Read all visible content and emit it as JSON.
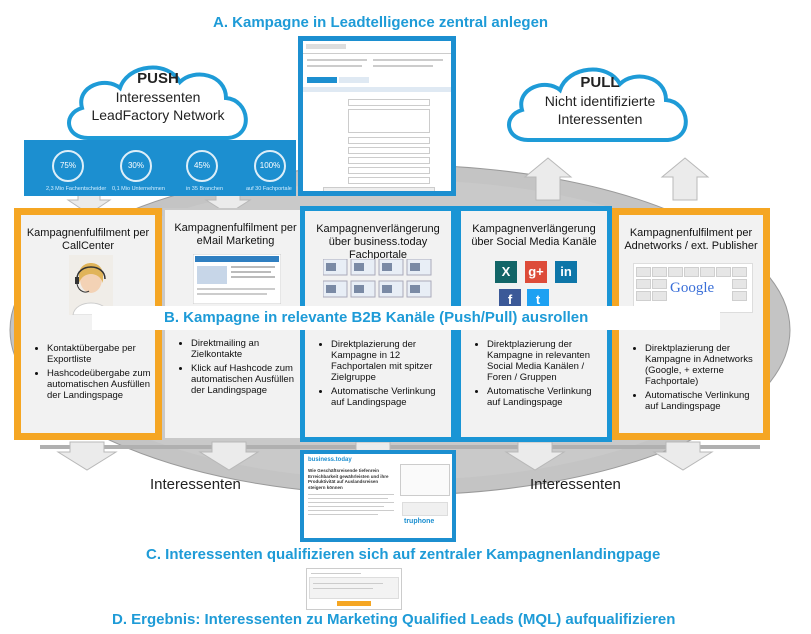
{
  "steps": {
    "a": "A. Kampagne in Leadtelligence zentral anlegen",
    "b": "B. Kampagne in relevante B2B Kanäle (Push/Pull) ausrollen",
    "c": "C. Interessenten qualifizieren sich auf zentraler Kampagnenlandingpage",
    "d": "D. Ergebnis: Interessenten zu Marketing Qualified Leads (MQL)  aufqualifizieren"
  },
  "push": {
    "title": "PUSH",
    "line1": "Interessenten",
    "line2": "LeadFactory Network"
  },
  "pull": {
    "line1": "Nicht identifizierte",
    "line2": "Interessenten"
  },
  "stats": [
    {
      "percent": "75%",
      "label": "2,3 Mio Fachentscheider"
    },
    {
      "percent": "30%",
      "label": "0,1 Mio Unternehmen"
    },
    {
      "percent": "45%",
      "label": "in 35 Branchen"
    },
    {
      "percent": "100%",
      "label": "auf 30 Fachportale"
    }
  ],
  "columns": [
    {
      "title": "Kampagnenfulfilment per CallCenter",
      "bullets": [
        "Kontaktübergabe per Exportliste",
        "Hashcodeübergabe zum automatischen Ausfüllen der Landingspage"
      ]
    },
    {
      "title": "Kampagnenfulfilment per eMail Marketing",
      "bullets": [
        "Direktmailing an Zielkontakte",
        "Klick auf Hashcode zum automatischen Ausfüllen der Landingspage"
      ]
    },
    {
      "title": "Kampagnenverlängerung über business.today Fachportale",
      "bullets": [
        "Direktplazierung der Kampagne  in 12 Fachportalen mit spitzer Zielgruppe",
        "Automatische Verlinkung auf Landingspage"
      ]
    },
    {
      "title": "Kampagnenverlängerung über Social Media Kanäle",
      "bullets": [
        "Direktplazierung der Kampagne  in relevanten Social Media Kanälen / Foren / Gruppen",
        "Automatische Verlinkung auf Landingspage"
      ]
    },
    {
      "title": "Kampagnenfulfilment per Adnetworks / ext. Publisher",
      "bullets": [
        "Direktplazierung der Kampagne  in Adnetworks (Google, + externe Fachportale)",
        "Automatische Verlinkung auf Landingspage"
      ]
    }
  ],
  "interessenten_left": "Interessenten",
  "interessenten_right": "Interessenten",
  "landing": {
    "brand": "business.today",
    "headline": "Wie Geschäftsreisende tiefenrein Erreichbarkeit gewährleisten und ihre Produktivität auf Auslandsreisen steigern können",
    "partner": "truphone"
  },
  "social_letters": {
    "xing": "X",
    "gplus": "g+",
    "linkedin": "in",
    "facebook": "f",
    "twitter": "t"
  },
  "google": "Google",
  "colors": {
    "accent": "#1e9bd7",
    "orange": "#f5a623",
    "ellipse": "#c4c4c4"
  }
}
